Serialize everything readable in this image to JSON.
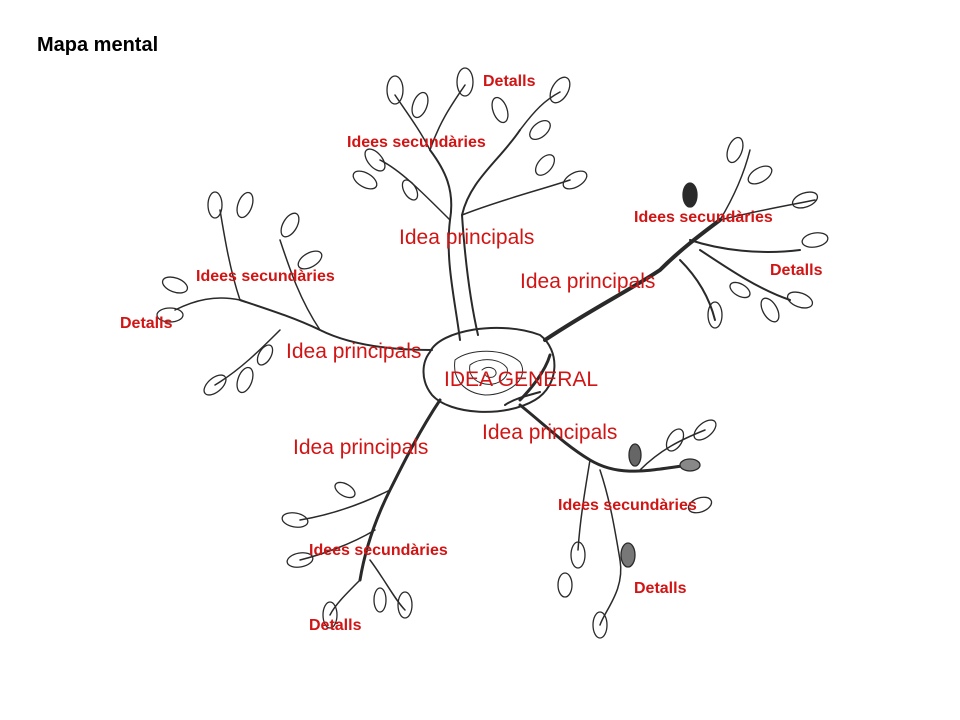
{
  "page": {
    "title": "Mapa mental"
  },
  "labels": {
    "general": "IDEA GENERAL",
    "principal": [
      "Idea principals",
      "Idea principals",
      "Idea principals",
      "Idea principals",
      "Idea principals"
    ],
    "secondary": [
      "Idees secundàries",
      "Idees secundàries",
      "Idees secundàries",
      "Idees secundàries",
      "Idees secundàries"
    ],
    "details": [
      "Detalls",
      "Detalls",
      "Detalls",
      "Detalls",
      "Detalls"
    ]
  },
  "colors": {
    "label": "#d11414",
    "ink": "#2a2a2a",
    "background": "#ffffff"
  }
}
